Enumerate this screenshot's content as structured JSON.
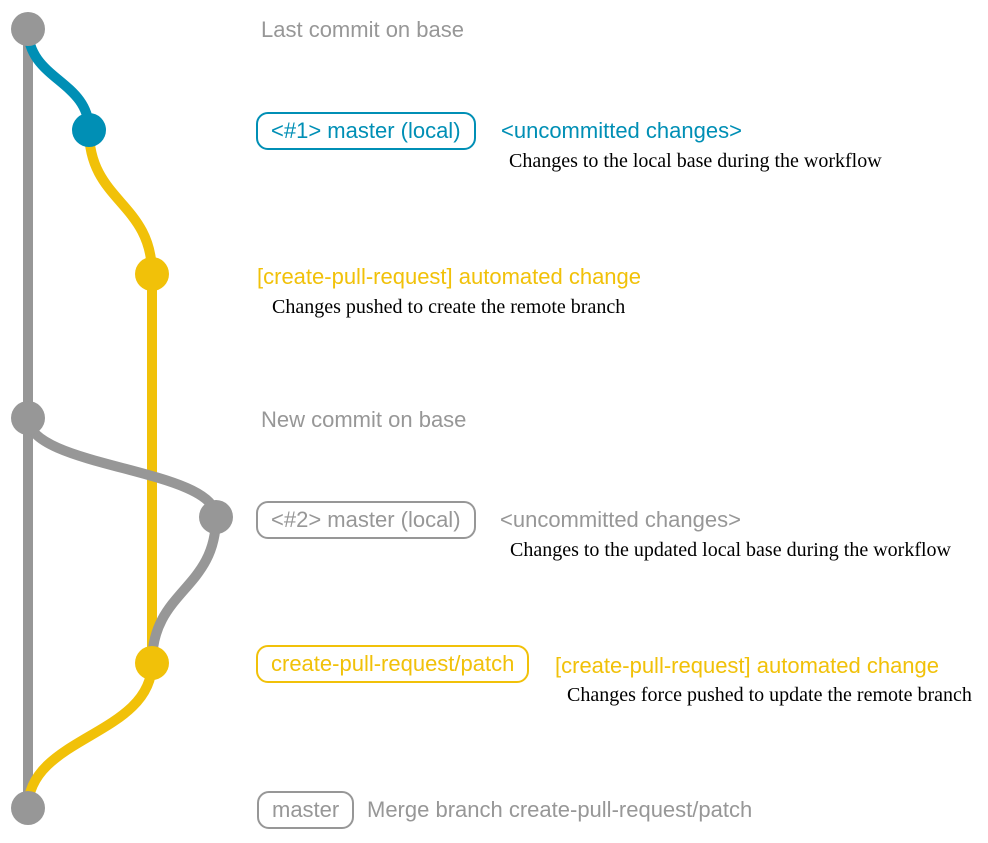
{
  "diagram": {
    "type": "git-graph",
    "colors": {
      "base": "#979797",
      "local": "#008fb5",
      "patch": "#f1c109",
      "note_text": "#000000",
      "background": "#ffffff"
    },
    "branches": [
      {
        "name": "base",
        "color": "#979797"
      },
      {
        "name": "master (local)",
        "color": "#008fb5"
      },
      {
        "name": "create-pull-request/patch",
        "color": "#f1c109"
      }
    ],
    "commits": [
      {
        "row": 1,
        "branch": "base",
        "message": "Last commit on base"
      },
      {
        "row": 2,
        "branch": "master (local)",
        "tag": "<#1> master (local)",
        "message": "<uncommitted changes>",
        "note": "Changes to the local base during the workflow"
      },
      {
        "row": 3,
        "branch": "create-pull-request/patch",
        "message": "[create-pull-request] automated change",
        "note": "Changes pushed to create the remote branch"
      },
      {
        "row": 4,
        "branch": "base",
        "message": "New commit on base"
      },
      {
        "row": 5,
        "branch": "master (local)",
        "tag": "<#2> master (local)",
        "message": "<uncommitted changes>",
        "note": "Changes to the updated local base during the workflow"
      },
      {
        "row": 6,
        "branch": "create-pull-request/patch",
        "tag": "create-pull-request/patch",
        "message": "[create-pull-request] automated change",
        "note": "Changes force pushed to update the remote branch"
      },
      {
        "row": 7,
        "branch": "base",
        "tag": "master",
        "message": "Merge branch create-pull-request/patch"
      }
    ]
  }
}
